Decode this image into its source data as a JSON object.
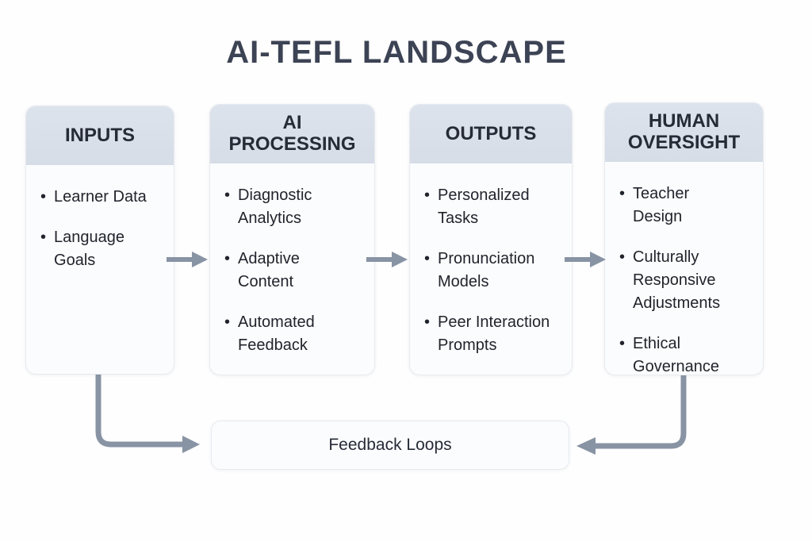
{
  "title": "AI-TEFL LANDSCAPE",
  "colors": {
    "background": "#fefefe",
    "card_body": "#fbfcfd",
    "card_border": "#e7eaf0",
    "header_band": "#d6dde7",
    "header_band_light": "#dde3ec",
    "arrow": "#8893a4",
    "title_text": "#3c4354",
    "header_text": "#262b37",
    "body_text": "#20242c"
  },
  "icons": {
    "bullet": "•"
  },
  "columns": [
    {
      "id": "inputs",
      "title": "INPUTS",
      "items": [
        "Learner Data",
        "Language Goals"
      ]
    },
    {
      "id": "ai-processing",
      "title": "AI PROCESSING",
      "items": [
        "Diagnostic Analytics",
        "Adaptive Content",
        "Automated Feedback"
      ]
    },
    {
      "id": "outputs",
      "title": "OUTPUTS",
      "items": [
        "Personalized Tasks",
        "Pronunciation Models",
        "Peer Interaction Prompts"
      ]
    },
    {
      "id": "human-oversight",
      "title": "HUMAN OVERSIGHT",
      "items": [
        "Teacher Design",
        "Culturally Responsive Adjustments",
        "Ethical Governance"
      ]
    }
  ],
  "feedback_box": {
    "label": "Feedback Loops"
  }
}
